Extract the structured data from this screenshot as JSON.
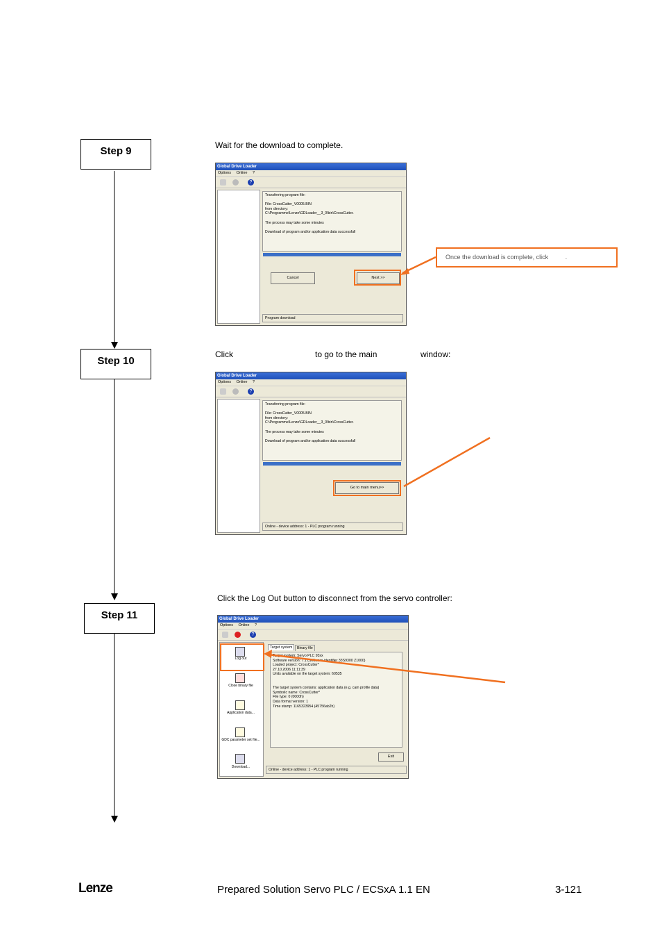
{
  "steps": {
    "step9": "Step 9",
    "step10": "Step 10",
    "step11": "Step 11"
  },
  "instructions": {
    "step9": "Wait for the download to complete.",
    "step10_part1": "Click",
    "step10_part2": "to go to the main",
    "step10_part3": "window:",
    "step11": "Click the Log Out button to disconnect from the servo controller:"
  },
  "callouts": {
    "download_complete": "Once the download is complete, click",
    "download_complete_end": "."
  },
  "window": {
    "title": "Global Drive Loader",
    "menu": [
      "Options",
      "Online",
      "?"
    ],
    "help_icon": "?"
  },
  "window1": {
    "log": [
      "Transferring program file:",
      "",
      "File: CrossCutter_V0005.BIN",
      "from directory:",
      "C:\\Programme\\Lenze\\GDLoader__3_0\\bin\\CrossCutter.",
      "",
      "The process may take some minutes",
      "",
      "Download of program and/or application data successfull"
    ],
    "cancel_button": "Cancel",
    "next_button": "Next >>",
    "status": "Program download"
  },
  "window2": {
    "log": [
      "Transferring program file:",
      "",
      "File: CrossCutter_V0005.BIN",
      "from directory:",
      "C:\\Programme\\Lenze\\GDLoader__3_0\\bin\\CrossCutter.",
      "",
      "The process may take some minutes",
      "",
      "Download of program and/or application data successfull"
    ],
    "main_menu_button": "Go to main menu>>",
    "status": "Online - device address: 1 - PLC program running"
  },
  "window3": {
    "tabs": [
      "Target system",
      "Binary file"
    ],
    "left_items": [
      "Log out",
      "Close binary file",
      "Application data...",
      "GDC parameter set file...",
      "Download..."
    ],
    "log": [
      "Target system: Servo PLC 93xx",
      "Software version: 7.1  (Software identifier 33S9300 Z1000)",
      "Loaded project: CrossCutter*",
      "27.10.2006 11:11:39",
      "Units available on the target system: 60535",
      "",
      "",
      "The target system contains: application data  (e.g. cam profile data)",
      "Symbolic name: CrossCutter*",
      "File type: 0 (0000h)",
      "Data format version: 1",
      "Time stamp: 1165323954 (45756ab2h)"
    ],
    "exit_button": "Exit",
    "status": "Online - device address: 1 - PLC program running"
  },
  "footer": {
    "logo": "Lenze",
    "title": "Prepared Solution Servo PLC / ECSxA 1.1 EN",
    "page": "3-121"
  },
  "colors": {
    "accent": "#f07020",
    "titlebar": "#1f4fb8",
    "progress": "#3b6fc7"
  }
}
